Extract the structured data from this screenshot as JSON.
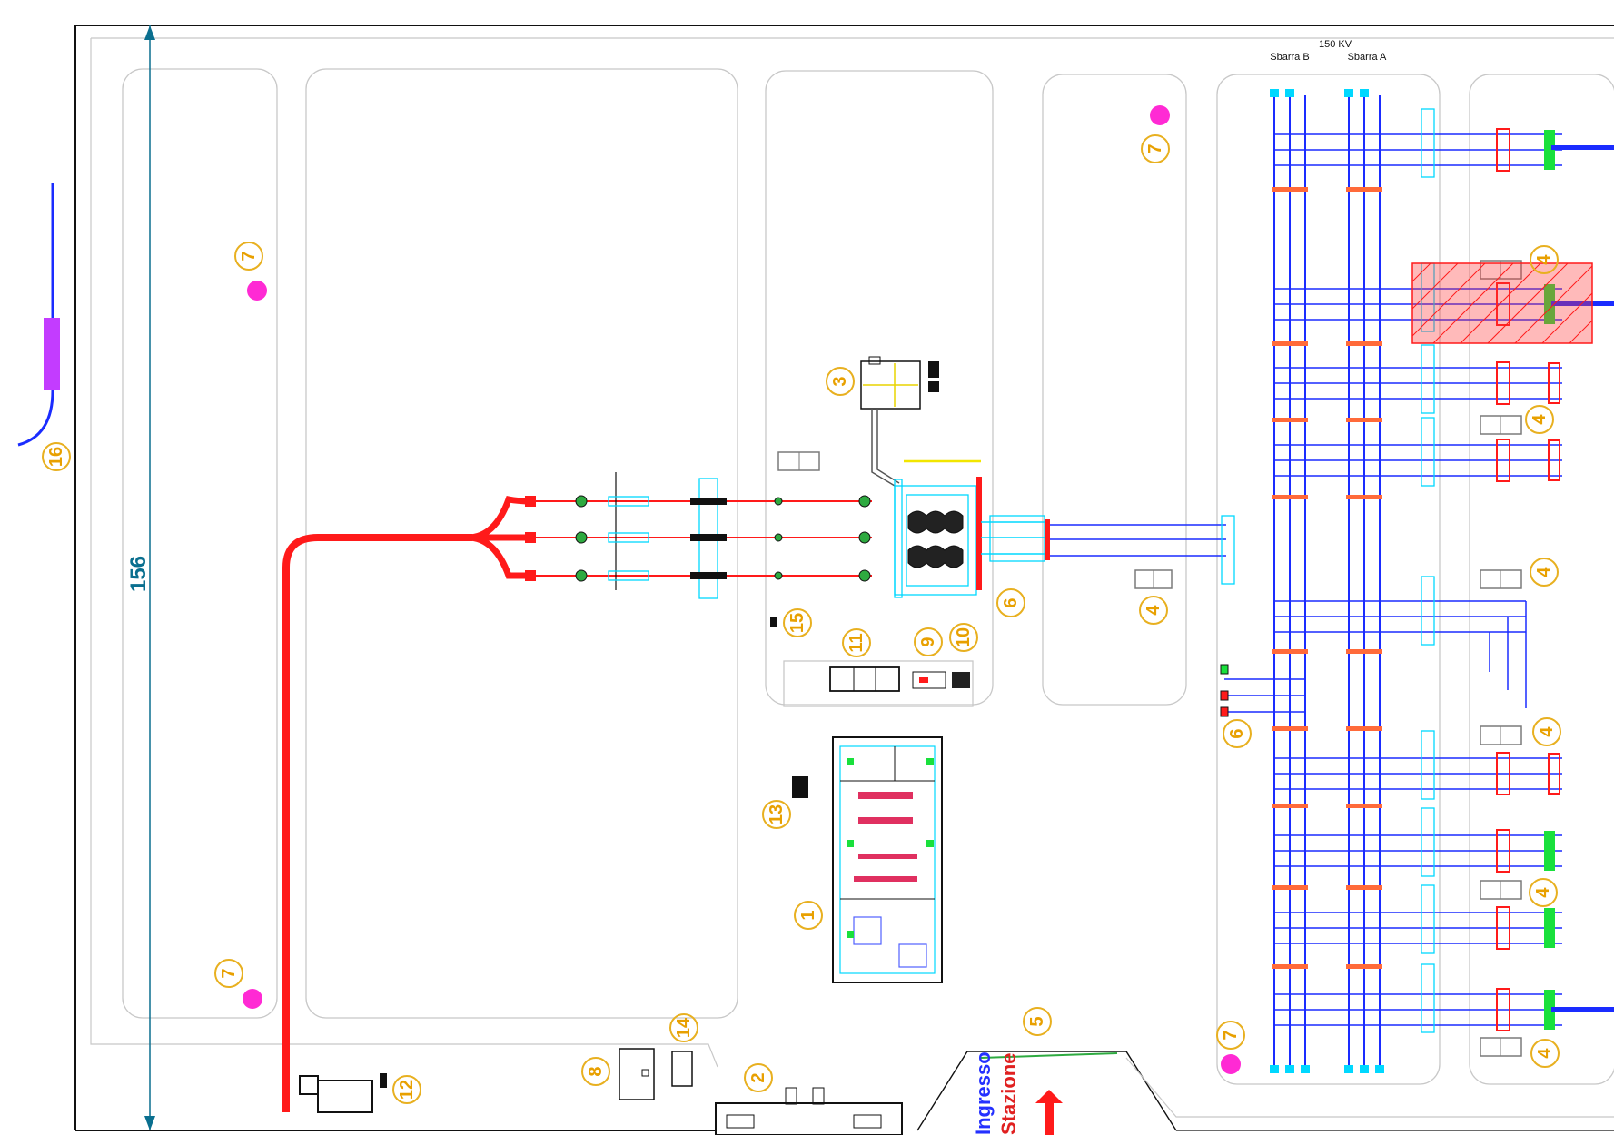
{
  "plan": {
    "voltage_label": "150 KV",
    "sbarra_b": "Sbarra B",
    "sbarra_a": "Sbarra A",
    "dimension": "156",
    "entrance_line1": "Ingresso",
    "entrance_line2": "Stazione",
    "colors": {
      "callout": "#e8a000",
      "busbar": "#1a2cff",
      "cable": "#ff1a1a",
      "aux": "#00d8ff",
      "lamp": "#ff2ad4",
      "line16": "#1a2cff",
      "line16_joint": "#c33cff"
    }
  },
  "callouts": [
    {
      "id": "c1",
      "label": "1"
    },
    {
      "id": "c2",
      "label": "2"
    },
    {
      "id": "c3",
      "label": "3"
    },
    {
      "id": "c4a",
      "label": "4"
    },
    {
      "id": "c4b",
      "label": "4"
    },
    {
      "id": "c4c",
      "label": "4"
    },
    {
      "id": "c4d",
      "label": "4"
    },
    {
      "id": "c4e",
      "label": "4"
    },
    {
      "id": "c4f",
      "label": "4"
    },
    {
      "id": "c4g",
      "label": "4"
    },
    {
      "id": "c5",
      "label": "5"
    },
    {
      "id": "c6a",
      "label": "6"
    },
    {
      "id": "c6b",
      "label": "6"
    },
    {
      "id": "c7a",
      "label": "7"
    },
    {
      "id": "c7b",
      "label": "7"
    },
    {
      "id": "c7c",
      "label": "7"
    },
    {
      "id": "c7d",
      "label": "7"
    },
    {
      "id": "c8",
      "label": "8"
    },
    {
      "id": "c9",
      "label": "9"
    },
    {
      "id": "c10",
      "label": "10"
    },
    {
      "id": "c11",
      "label": "11"
    },
    {
      "id": "c12",
      "label": "12"
    },
    {
      "id": "c13",
      "label": "13"
    },
    {
      "id": "c14",
      "label": "14"
    },
    {
      "id": "c15",
      "label": "15"
    },
    {
      "id": "c16",
      "label": "16"
    }
  ]
}
